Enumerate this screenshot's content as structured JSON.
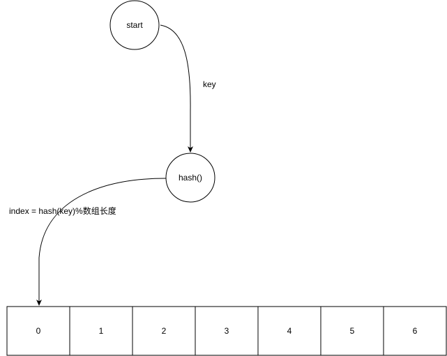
{
  "nodes": {
    "start": {
      "label": "start"
    },
    "hash": {
      "label": "hash()"
    }
  },
  "edges": {
    "start_to_hash": {
      "label": "key"
    },
    "hash_to_array": {
      "label": "index = hash(key)%数组长度"
    }
  },
  "array": {
    "cells": [
      "0",
      "1",
      "2",
      "3",
      "4",
      "5",
      "6"
    ]
  },
  "colors": {
    "stroke": "#000000",
    "fill": "#ffffff",
    "text": "#000000"
  }
}
